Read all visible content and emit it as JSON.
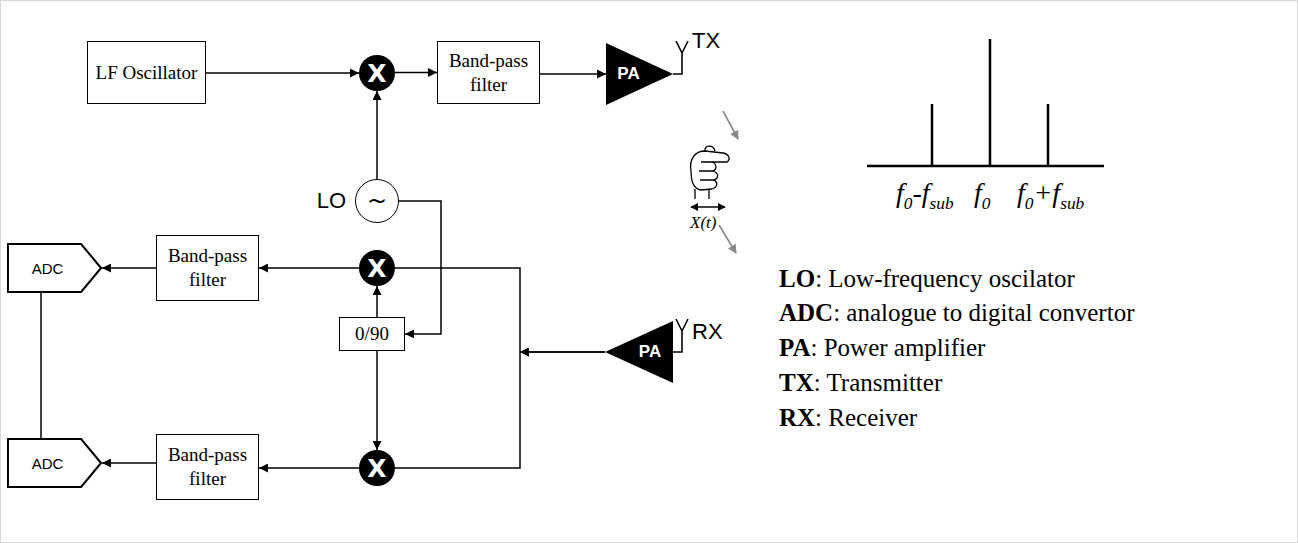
{
  "diagram": {
    "nodes": [
      {
        "text": [
          "LF Oscillator"
        ]
      },
      {
        "text": [
          "X"
        ]
      },
      {
        "text": [
          "Band-pass filter"
        ]
      },
      {
        "text": [
          "PA"
        ]
      },
      {
        "text": [
          "LO",
          "~"
        ]
      },
      {
        "text": [
          "ADC"
        ]
      },
      {
        "text": [
          "Band-pass filter"
        ]
      },
      {
        "text": [
          "X"
        ]
      },
      {
        "text": [
          "PA"
        ]
      },
      {
        "text": [
          "0/90"
        ]
      },
      {
        "text": [
          "ADC"
        ]
      },
      {
        "text": [
          "Band-pass filter"
        ]
      },
      {
        "text": [
          "X"
        ]
      }
    ],
    "edges": [
      {
        "from": 0,
        "to": 1,
        "arrow": "to"
      },
      {
        "from": 1,
        "to": 2,
        "arrow": "to"
      },
      {
        "from": 2,
        "to": 3,
        "arrow": "to"
      },
      {
        "from": 4,
        "to": 1,
        "arrow": "to"
      },
      {
        "from": 4,
        "to": 9,
        "arrow": "to"
      },
      {
        "from": 9,
        "to": 7,
        "arrow": "to"
      },
      {
        "from": 9,
        "to": 12,
        "arrow": "to"
      },
      {
        "from": 8,
        "to": 7,
        "arrow": "to"
      },
      {
        "from": 8,
        "to": 12,
        "arrow": "to"
      },
      {
        "from": 7,
        "to": 6,
        "arrow": "to"
      },
      {
        "from": 6,
        "to": 5,
        "arrow": "to"
      },
      {
        "from": 12,
        "to": 11,
        "arrow": "to"
      },
      {
        "from": 11,
        "to": 10,
        "arrow": "to"
      },
      {
        "from": 5,
        "to": 10,
        "arrow": "none"
      }
    ],
    "labels": [
      "TX",
      "RX",
      "X(t)",
      "f0-fsub",
      "f0",
      "f0+fsub",
      "LO: Low-frequency oscilator",
      "ADC: analogue to digital convertor",
      "PA: Power amplifier",
      "TX: Transmitter",
      "RX: Receiver"
    ]
  }
}
